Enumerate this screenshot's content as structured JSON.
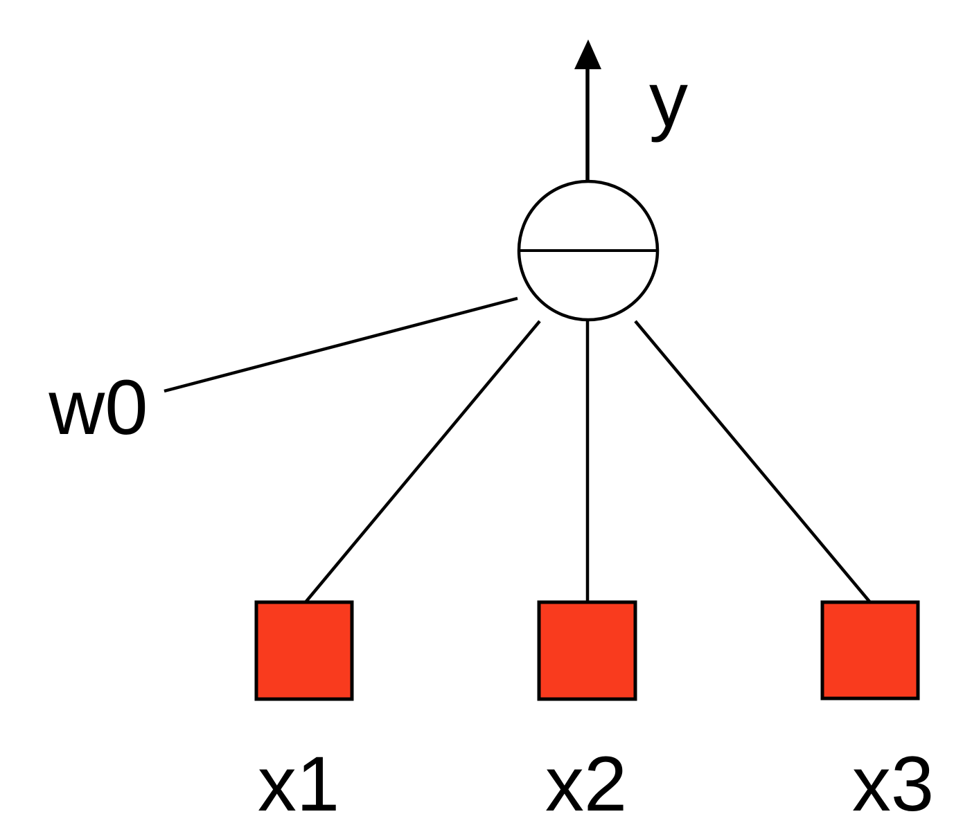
{
  "diagram": {
    "output": {
      "label": "y"
    },
    "bias": {
      "label": "w0"
    },
    "inputs": [
      {
        "label": "x1"
      },
      {
        "label": "x2"
      },
      {
        "label": "x3"
      }
    ],
    "colors": {
      "background": "#FFFFFF",
      "line": "#000000",
      "text": "#000000",
      "neuron_fill": "#FFFFFF",
      "neuron_border": "#000000",
      "input_fill": "#F93B1E",
      "input_border": "#000000",
      "arrow": "#000000"
    }
  }
}
